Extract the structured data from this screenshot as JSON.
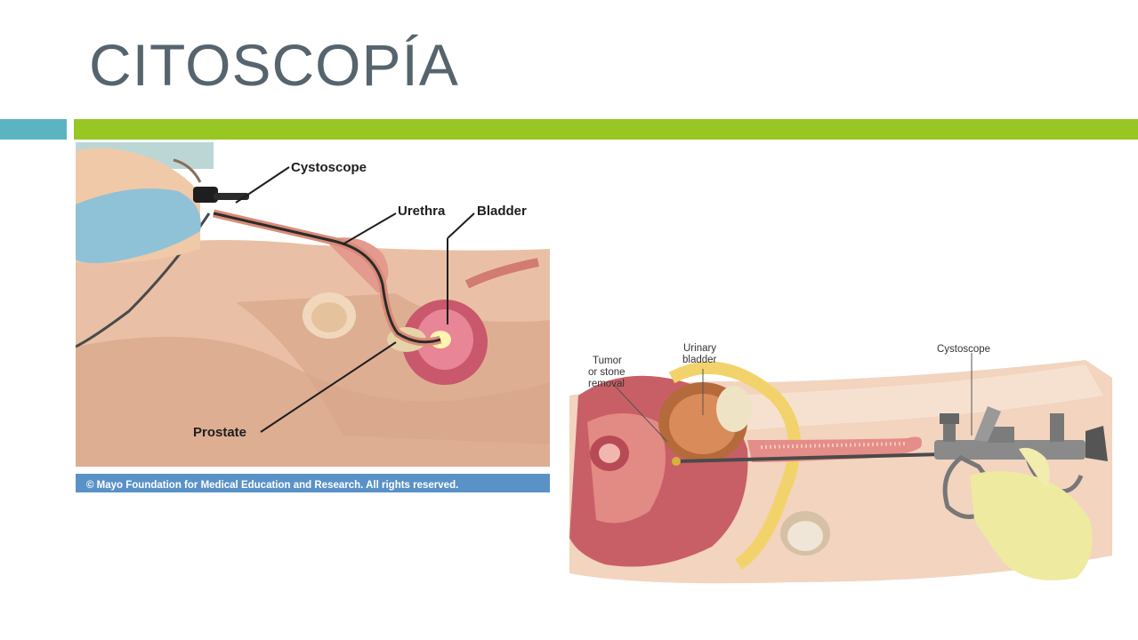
{
  "slide": {
    "title": "CITOSCOPÍA"
  },
  "figure1": {
    "labels": {
      "cystoscope": "Cystoscope",
      "urethra": "Urethra",
      "bladder": "Bladder",
      "prostate": "Prostate"
    },
    "copyright": "© Mayo Foundation for Medical Education and Research.  All rights reserved."
  },
  "figure2": {
    "labels": {
      "urinary": "Urinary",
      "bladder": "bladder",
      "tumor": "Tumor",
      "or_stone": "or stone",
      "removal": "removal",
      "cystoscope": "Cystoscope"
    }
  },
  "colors": {
    "title": "#56646d",
    "bar_left": "#5cb4c2",
    "bar_right": "#98c623",
    "caption_bg": "#5a92c8"
  }
}
